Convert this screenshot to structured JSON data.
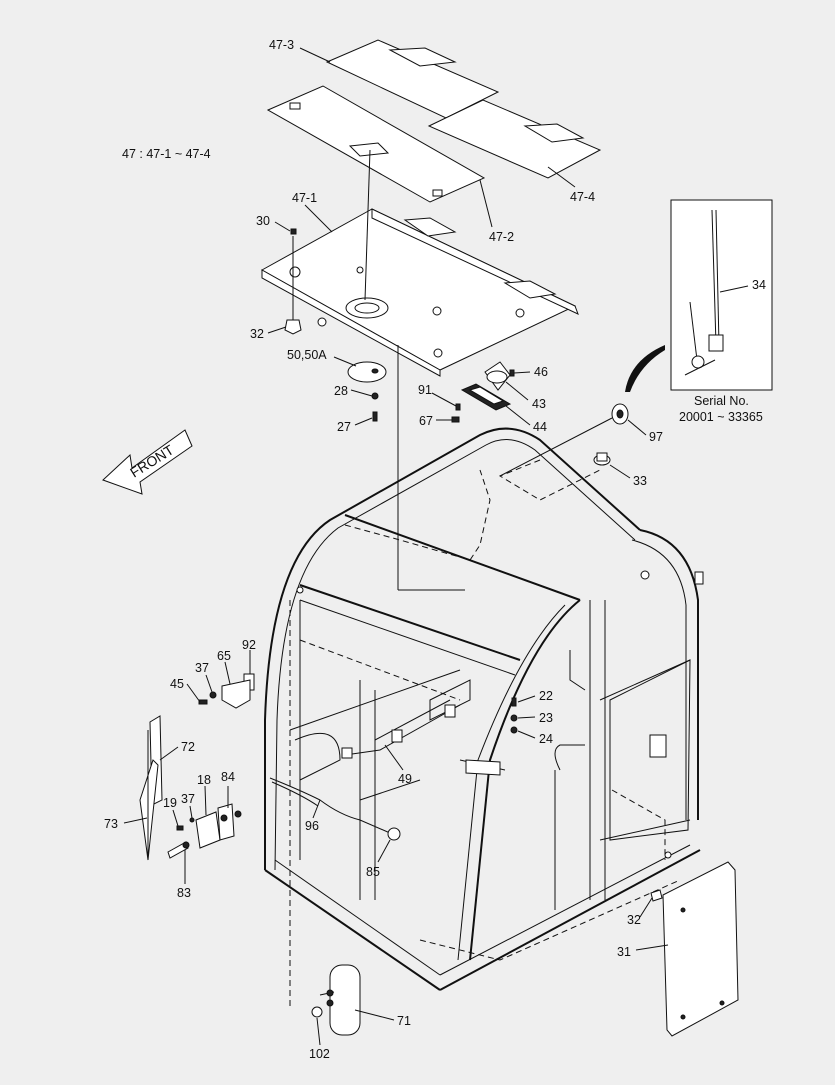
{
  "note": {
    "group_def": "47 : 47-1 ~ 47-4"
  },
  "front_label": "FRONT",
  "serial_box": {
    "line1": "Serial No.",
    "line2": "20001 ~ 33365",
    "callout": "34"
  },
  "callouts": {
    "c47_3": "47-3",
    "c47_2": "47-2",
    "c47_4": "47-4",
    "c47_1": "47-1",
    "c30": "30",
    "c32a": "32",
    "c5050a": "50,50A",
    "c28": "28",
    "c27": "27",
    "c46": "46",
    "c91": "91",
    "c43": "43",
    "c67": "67",
    "c44": "44",
    "c97": "97",
    "c33": "33",
    "c92": "92",
    "c65": "65",
    "c37a": "37",
    "c45": "45",
    "c72": "72",
    "c18": "18",
    "c84": "84",
    "c37b": "37",
    "c19": "19",
    "c73": "73",
    "c83": "83",
    "c22": "22",
    "c23": "23",
    "c24": "24",
    "c49": "49",
    "c96": "96",
    "c85": "85",
    "c32b": "32",
    "c31": "31",
    "c71": "71",
    "c102": "102"
  }
}
